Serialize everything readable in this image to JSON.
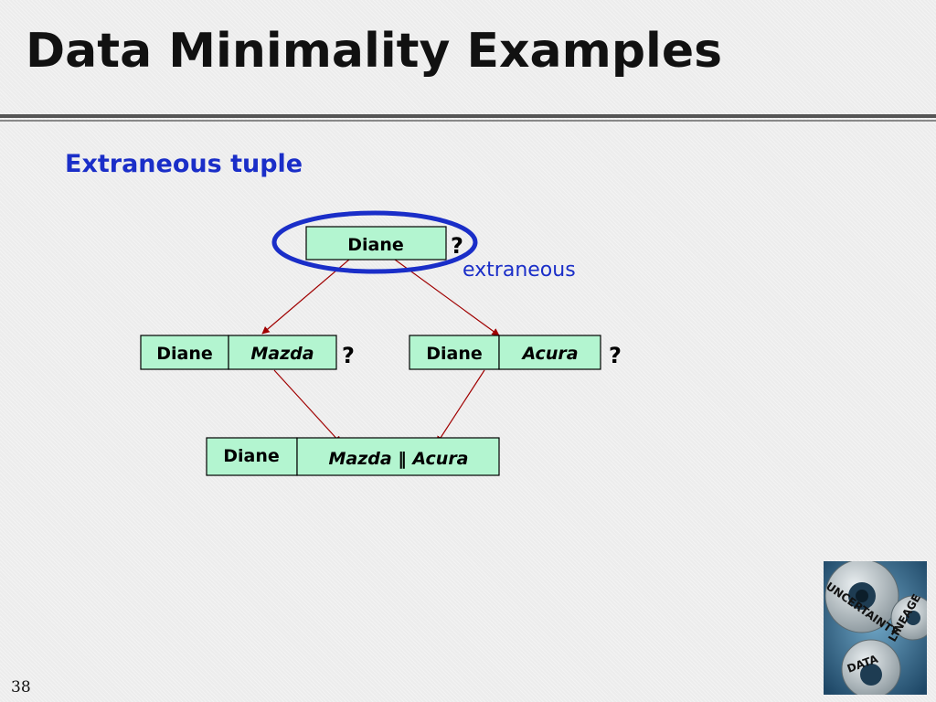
{
  "slide": {
    "title": "Data Minimality Examples",
    "subtitle": "Extraneous tuple",
    "page_number": "38"
  },
  "diagram": {
    "top": {
      "name": "Diane",
      "question": "?",
      "annotation": "extraneous"
    },
    "left": {
      "name": "Diane",
      "car": "Mazda",
      "question": "?"
    },
    "right": {
      "name": "Diane",
      "car": "Acura",
      "question": "?"
    },
    "bottom": {
      "name": "Diane",
      "car": "Mazda ‖ Acura"
    }
  },
  "colors": {
    "cell_fill": "#b3f5d0",
    "arrow": "#a00000",
    "ellipse": "#1a2ec8",
    "accent_text": "#1a2ec8"
  },
  "logo": {
    "words": [
      "UNCERTAINTY",
      "LINEAGE",
      "DATA"
    ]
  }
}
